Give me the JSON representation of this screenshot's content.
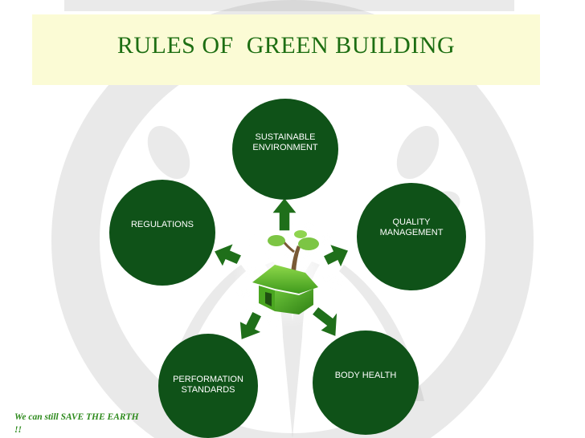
{
  "slide": {
    "title": "RULES OF  GREEN BUILDING",
    "footer": "We can still SAVE THE EARTH !!"
  },
  "nodes": [
    {
      "id": "sustainable-environment",
      "label": "SUSTAINABLE\nENVIRONMENT"
    },
    {
      "id": "quality-management",
      "label": "QUALITY\nMANAGEMENT"
    },
    {
      "id": "body-health",
      "label": "BODY HEALTH"
    },
    {
      "id": "performation-standards",
      "label": "PERFORMATION\nSTANDARDS"
    },
    {
      "id": "regulations",
      "label": "REGULATIONS"
    }
  ],
  "colors": {
    "node_fill": "#0f5218",
    "arrow_fill": "#1f6f1a",
    "title_color": "#1d6e12",
    "title_band": "#fbfbd5",
    "house_green": "#5cb82e"
  }
}
